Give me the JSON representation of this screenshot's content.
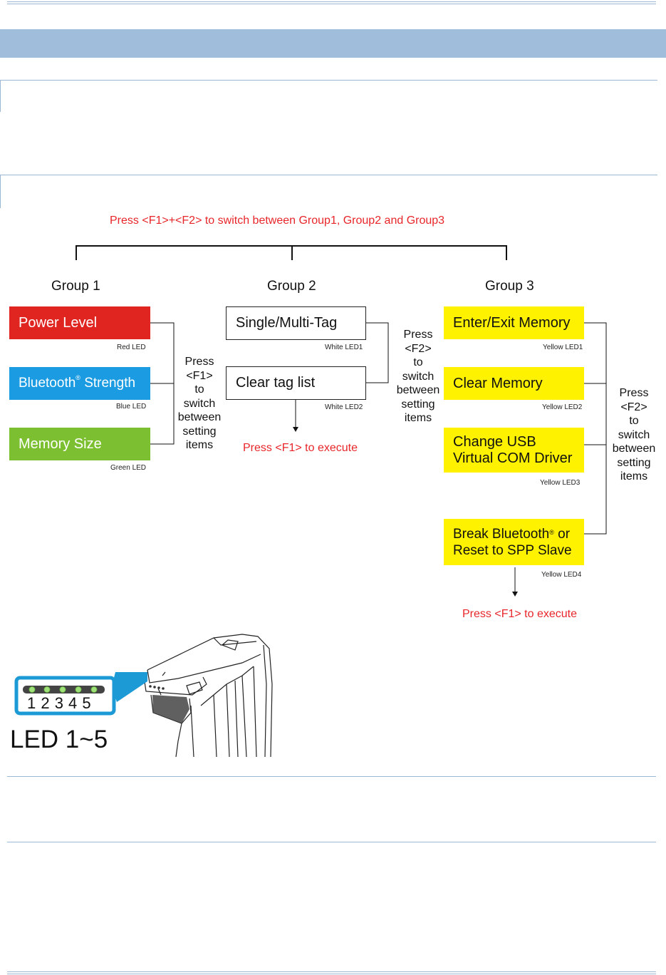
{
  "diagram": {
    "top_instruction": "Press <F1>+<F2> to switch between Group1, Group2 and Group3",
    "groups": [
      {
        "title": "Group 1",
        "items": [
          {
            "label": "Power Level",
            "led": "Red LED",
            "color": "#e0241f"
          },
          {
            "label": "Bluetooth",
            "label_sup": "®",
            "label_after": " Strength",
            "led": "Blue LED",
            "color": "#1a9be2"
          },
          {
            "label": "Memory Size",
            "led": "Green LED",
            "color": "#7cc032"
          }
        ],
        "switch_lines": [
          "Press",
          "<F1>",
          "to",
          "switch",
          "between",
          "setting",
          "items"
        ]
      },
      {
        "title": "Group 2",
        "items": [
          {
            "label": "Single/Multi-Tag",
            "led": "White LED1",
            "color": "#ffffff"
          },
          {
            "label": "Clear tag list",
            "led": "White LED2",
            "color": "#ffffff"
          }
        ],
        "switch_lines": [
          "Press",
          "<F2>",
          "to",
          "switch",
          "between",
          "setting",
          "items"
        ],
        "execute": "Press <F1> to execute"
      },
      {
        "title": "Group 3",
        "items": [
          {
            "label": "Enter/Exit Memory",
            "led": "Yellow LED1",
            "color": "#fff200"
          },
          {
            "label": "Clear Memory",
            "led": "Yellow LED2",
            "color": "#fff200"
          },
          {
            "label_line1": "Change USB",
            "label_line2": "Virtual COM Driver",
            "led": "Yellow  LED3",
            "color": "#fff200"
          },
          {
            "label_line1a": "Break Bluetooth",
            "label_sup": "®",
            "label_line1b": " or",
            "label_line2": "Reset to SPP Slave",
            "led": "Yellow  LED4",
            "color": "#fff200"
          }
        ],
        "switch_lines": [
          "Press",
          "<F2>",
          "to",
          "switch",
          "between",
          "setting",
          "items"
        ],
        "execute": "Press <F1> to execute"
      }
    ]
  },
  "device_figure": {
    "led_numbers": "1 2 3 4 5",
    "caption": "LED 1~5",
    "accent_color": "#1b9ad6",
    "led_color": "#9fe07a"
  }
}
